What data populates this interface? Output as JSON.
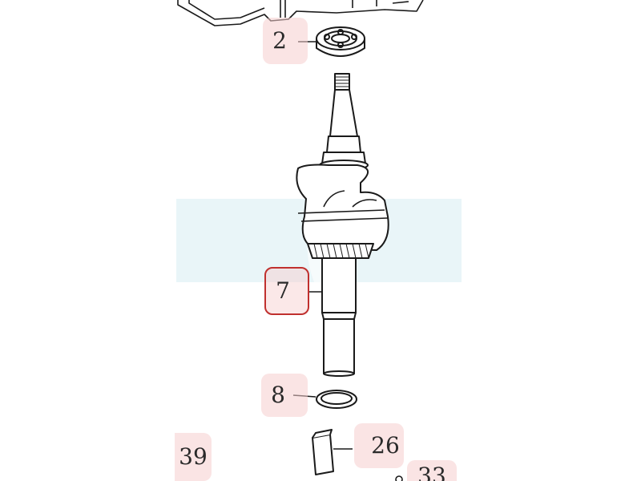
{
  "labels": {
    "c2": "2",
    "c7": "7",
    "c8": "8",
    "c26": "26",
    "c39": "39",
    "c33": "33"
  },
  "colors": {
    "callout_fill": "#f6cdcd",
    "highlight_border": "#c0302e",
    "line": "#1a1a1a",
    "watermark": "#cfe8ef"
  }
}
